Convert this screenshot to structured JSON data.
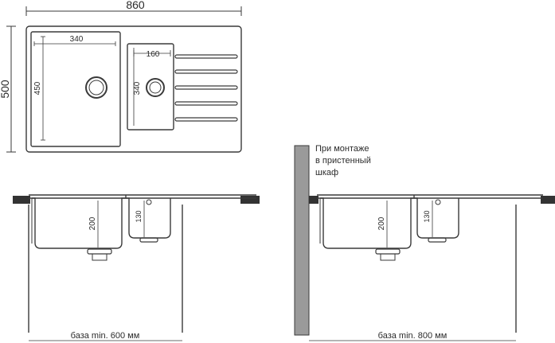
{
  "top_view": {
    "width_label": "860",
    "height_label": "500",
    "main_bowl_width": "340",
    "main_bowl_height": "450",
    "small_bowl_width": "160",
    "small_bowl_height": "340"
  },
  "front_view_left": {
    "main_depth": "200",
    "small_depth": "130",
    "base_label": "база min. 600 мм"
  },
  "front_view_right": {
    "main_depth": "200",
    "small_depth": "130",
    "base_label": "база min. 800 мм",
    "note_lines": [
      "При монтаже",
      "в пристенный",
      "шкаф"
    ]
  },
  "colors": {
    "line": "#3a3a3a",
    "wall": "#9a9a9a",
    "background": "#ffffff"
  }
}
